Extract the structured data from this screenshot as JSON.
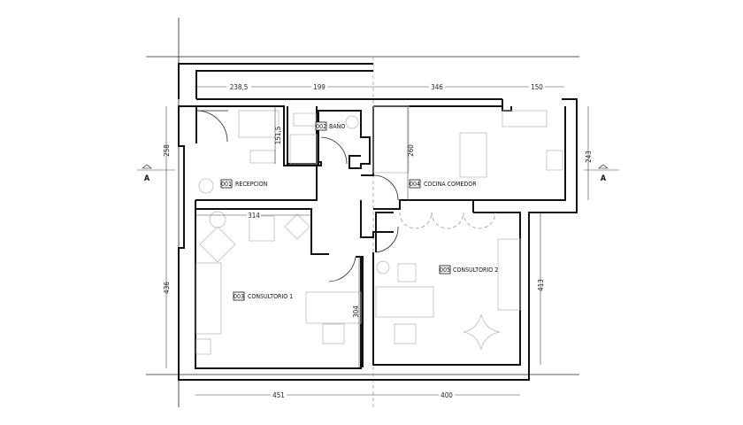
{
  "rooms": [
    {
      "code": "001",
      "name": "RECEPCION"
    },
    {
      "code": "002",
      "name": "BAÑO"
    },
    {
      "code": "003",
      "name": "CONSULTORIO 1"
    },
    {
      "code": "004",
      "name": "COCINA COMEDOR"
    },
    {
      "code": "005",
      "name": "CONSULTORIO 2"
    }
  ],
  "dimensions": {
    "top": [
      "238,5",
      "199",
      "346",
      "150"
    ],
    "left": [
      "258",
      "436"
    ],
    "right": [
      "243",
      "413"
    ],
    "bottom": [
      "451",
      "400"
    ],
    "interior": {
      "bano_height": "151,5",
      "cocina_height": "260",
      "consultorio1_width": "314",
      "consultorio1_height": "304"
    }
  },
  "section_marks": {
    "left": "A",
    "right": "A"
  }
}
